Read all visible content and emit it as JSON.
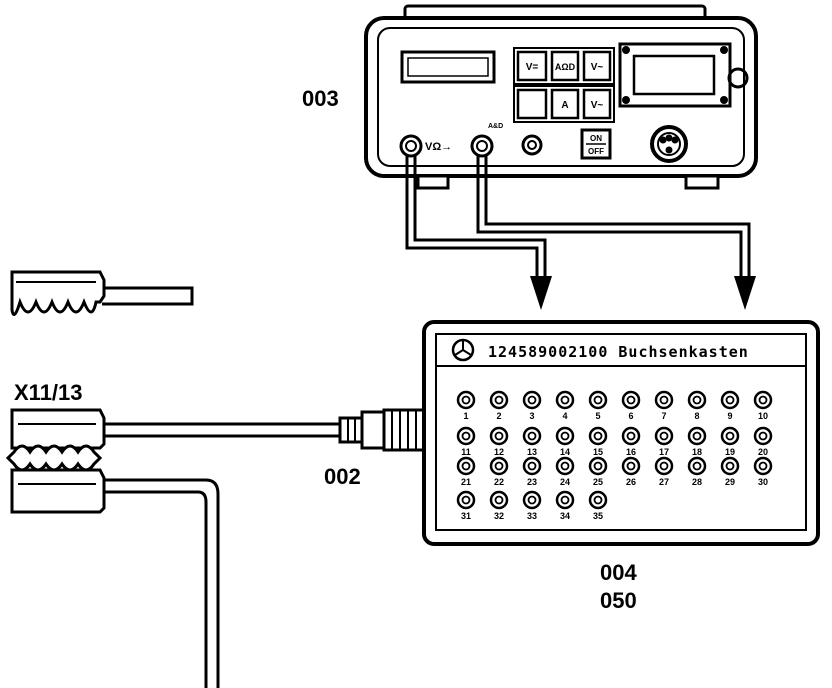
{
  "labels": {
    "meter_id": "003",
    "cable_id": "002",
    "box_id_1": "004",
    "box_id_2": "050",
    "connector_id": "X11/13"
  },
  "meter": {
    "buttons": [
      "V=",
      "AΩD",
      "V~",
      "",
      "A",
      "V~",
      "ON",
      "OFF"
    ],
    "socket_label_1": "VΩ→",
    "socket_label_2": "A&D"
  },
  "breakout_box": {
    "title": "124589002100 Buchsenkasten",
    "sockets_row1": [
      "1",
      "2",
      "3",
      "4",
      "5",
      "6",
      "7",
      "8",
      "9",
      "10"
    ],
    "sockets_row2": [
      "11",
      "12",
      "13",
      "14",
      "15",
      "16",
      "17",
      "18",
      "19",
      "20"
    ],
    "sockets_row3": [
      "21",
      "22",
      "23",
      "24",
      "25",
      "26",
      "27",
      "28",
      "29",
      "30"
    ],
    "sockets_row4": [
      "31",
      "32",
      "33",
      "34",
      "35"
    ]
  }
}
